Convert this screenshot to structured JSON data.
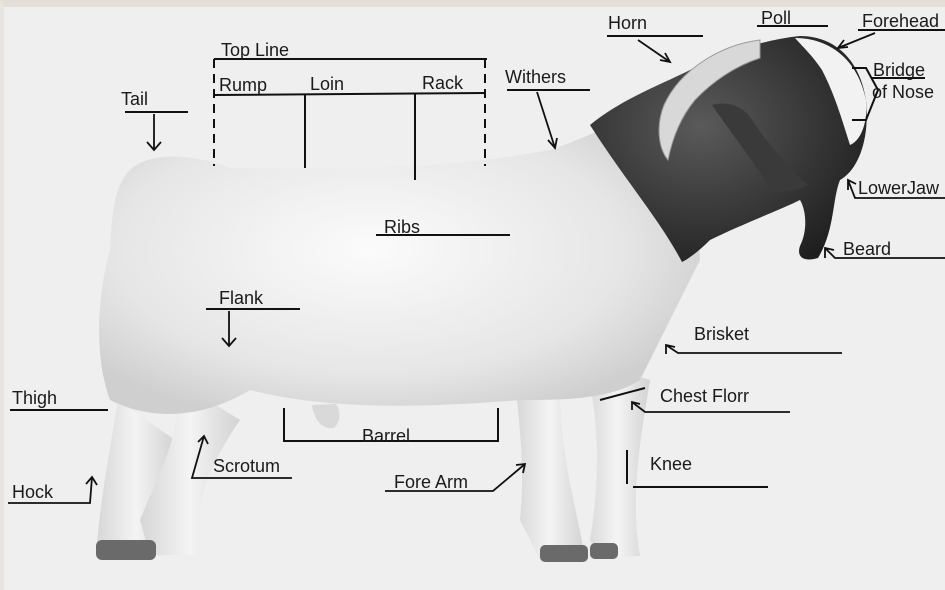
{
  "labels": {
    "top_line": "Top Line",
    "rump": "Rump",
    "loin": "Loin",
    "rack": "Rack",
    "withers": "Withers",
    "horn": "Horn",
    "poll": "Poll",
    "forehead": "Forehead",
    "bridge_line1": "Bridge",
    "bridge_line2": "of Nose",
    "lower_jaw": "LowerJaw",
    "beard": "Beard",
    "tail": "Tail",
    "ribs": "Ribs",
    "flank": "Flank",
    "brisket": "Brisket",
    "chest_floor": "Chest Florr",
    "thigh": "Thigh",
    "barrel": "Barrel",
    "scrotum": "Scrotum",
    "knee": "Knee",
    "hock": "Hock",
    "fore_arm": "Fore Arm"
  }
}
